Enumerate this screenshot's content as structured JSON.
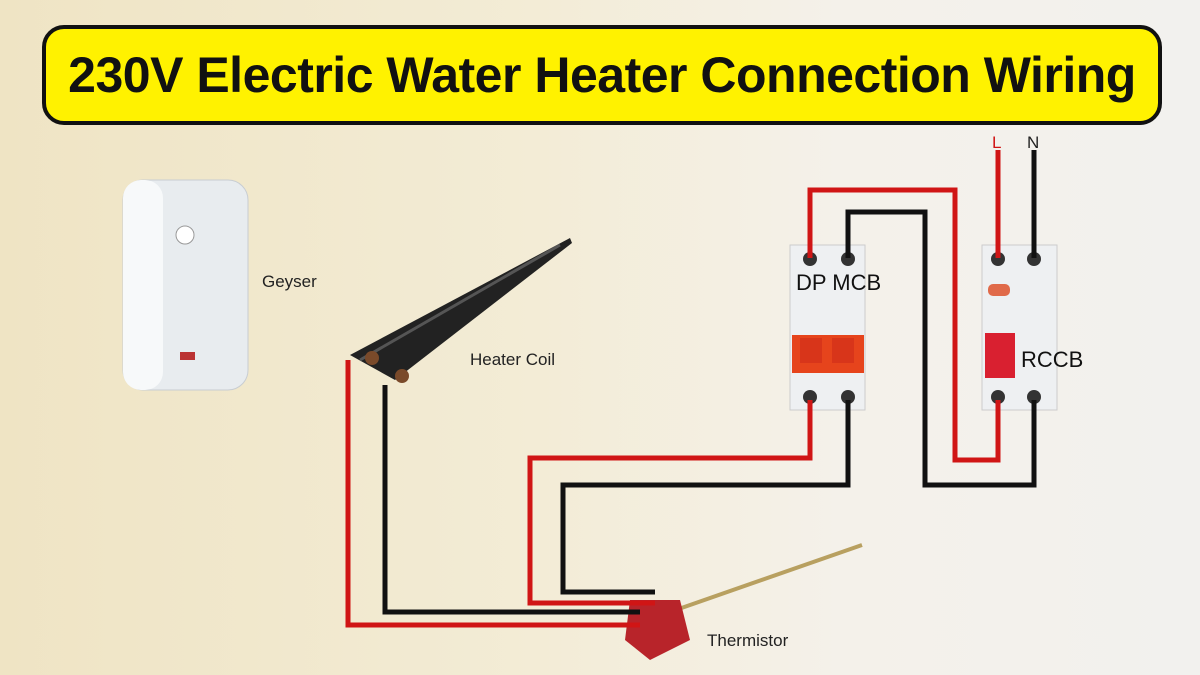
{
  "title": "230V Electric Water Heater Connection Wiring",
  "labels": {
    "geyser": "Geyser",
    "heater_coil": "Heater Coil",
    "thermistor": "Thermistor",
    "mcb": "DP MCB",
    "rccb": "RCCB",
    "live": "L",
    "neutral": "N"
  },
  "colors": {
    "live_wire": "#d01515",
    "neutral_wire": "#111111",
    "title_bg": "#fff200"
  }
}
